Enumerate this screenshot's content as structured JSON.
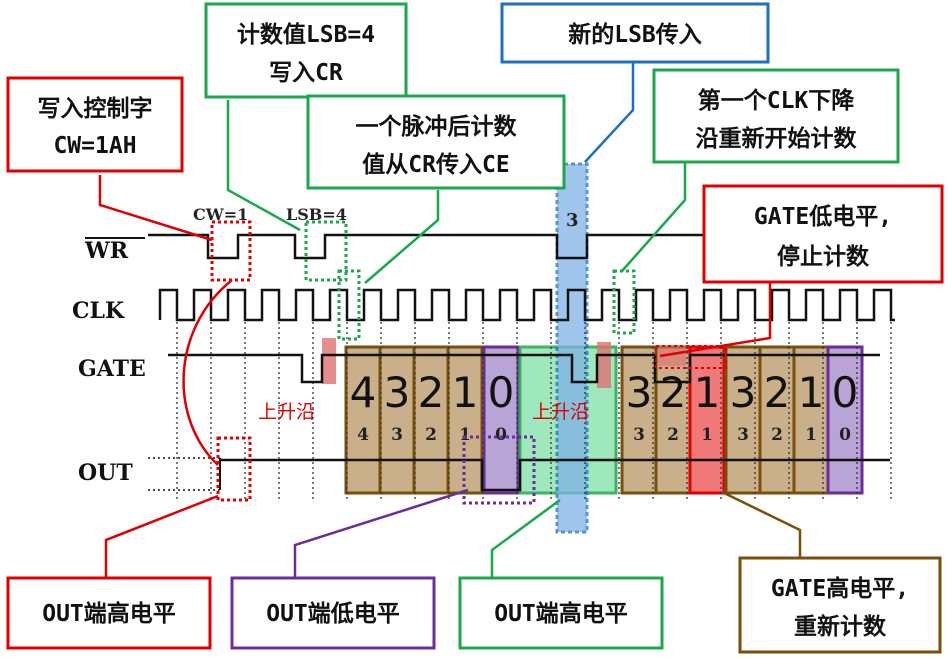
{
  "signals": {
    "wr": "WR",
    "clk": "CLK",
    "gate": "GATE",
    "out": "OUT"
  },
  "wave_labels": {
    "cw": "CW=1",
    "lsb": "LSB=4",
    "b3": "3"
  },
  "annotations": {
    "write_cw": [
      "写入控制字",
      "CW=1AH"
    ],
    "write_lsb": [
      "计数值LSB=4",
      "写入CR"
    ],
    "one_pulse": [
      "一个脉冲后计数",
      "值从CR传入CE"
    ],
    "new_lsb": [
      "新的LSB传入"
    ],
    "first_clk": [
      "第一个CLK下降",
      "沿重新开始计数"
    ],
    "gate_low": [
      "GATE低电平,",
      "停止计数"
    ],
    "out_high_1": [
      "OUT端高电平"
    ],
    "out_low": [
      "OUT端低电平"
    ],
    "out_high_2": [
      "OUT端高电平"
    ],
    "gate_high": [
      "GATE高电平,",
      "重新计数"
    ]
  },
  "rising_edge_labels": [
    "上升沿",
    "上升沿"
  ],
  "counts_big": [
    "4",
    "3",
    "2",
    "1",
    "0",
    "3",
    "2",
    "1",
    "3",
    "2",
    "1",
    "0"
  ],
  "counts_small": [
    "4",
    "3",
    "2",
    "1",
    "0",
    "3",
    "2",
    "1",
    "3",
    "2",
    "1",
    "0"
  ],
  "colors": {
    "red": "#e00000",
    "green": "#1aa84a",
    "blue": "#1e6fbf",
    "purple": "#6a2d9a",
    "brown": "#7a4f0a",
    "tan": "#c9b08a",
    "lavender": "#b9a4d6",
    "mint": "#8fe3b1",
    "skyblue": "#7fb2e6",
    "pink": "#f07a7a"
  }
}
